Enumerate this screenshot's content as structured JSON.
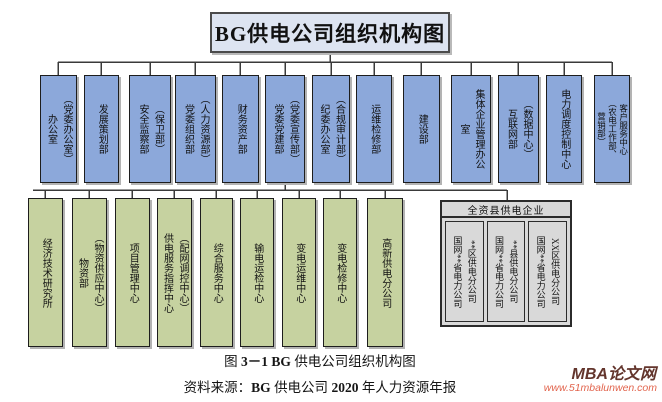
{
  "title": "BG供电公司组织机构图",
  "level1": [
    "办公室\n（党委办公室）",
    "发展策划部",
    "安全监察部\n（保卫部）",
    "党委组织部\n（人力资源部）",
    "财务资产部",
    "党委党建部\n（党委宣传部）",
    "纪委办公室\n（合规审计部）",
    "运维检修部",
    "建设部",
    "集体企业管理办公\n室",
    "互联网部\n（数据中心）",
    "电力调度控制中心",
    "客户服务中心\n（农电工作部、\n营销部）"
  ],
  "level2": [
    "经济技术研究所",
    "物资部\n（物资供应中心）",
    "项目管理中心",
    "供电服务指挥中心\n（配网调控中心）",
    "综合服务中心",
    "输电运检中心",
    "变电运维中心",
    "变电检修中心",
    "高新供电分公司"
  ],
  "subsidiaries": {
    "header": "全资县供电企业",
    "companies": [
      "国网**省电力公司\n**区供电分公司",
      "国网**省电力公司\n**县供电分公司",
      "国网**省电力公司\nXX区供电分公司"
    ]
  },
  "caption": {
    "line1": {
      "t1": "图 ",
      "b1": "3－1 BG",
      "t2": " 供电公司组织机构图"
    },
    "line2": {
      "t1": "资料来源：",
      "b1": "BG",
      "t2": " 供电公司 ",
      "b2": "2020",
      "t3": " 年人力资源年报"
    }
  },
  "watermark": {
    "name": "MBA论文网",
    "url": "www.51mbalunwen.com"
  },
  "colors": {
    "title_box": "#dde4f1",
    "level1_box": "#8ca8da",
    "level2_box": "#c6d2a0",
    "subsidiary_panel": "#d9d9d9",
    "connector": "#3a3a3a",
    "watermark_name": "#63352c",
    "watermark_url": "#e2654e"
  }
}
